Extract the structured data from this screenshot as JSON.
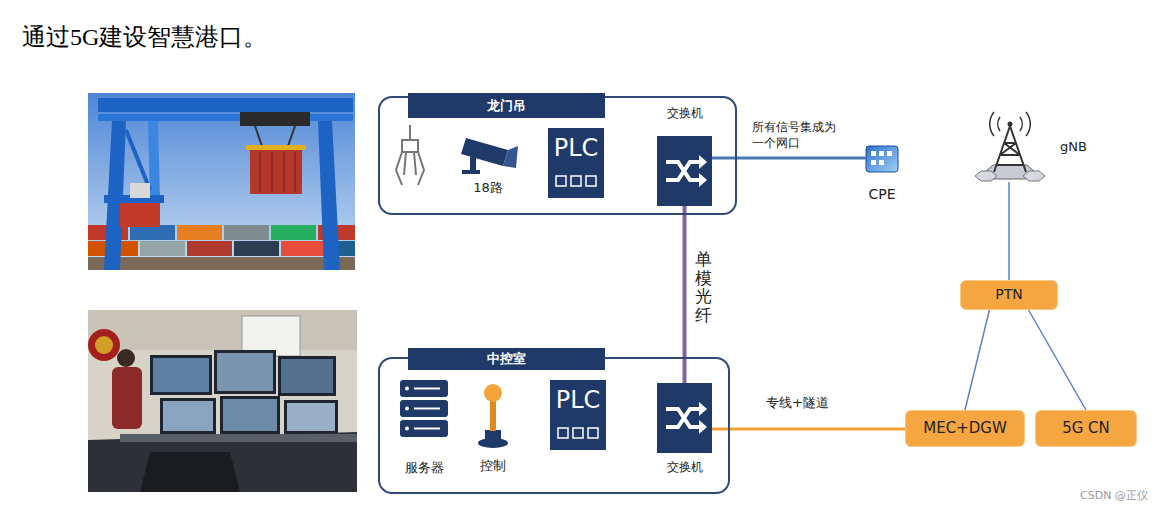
{
  "diagram": {
    "title": "通过5G建设智慧港口。",
    "nodes": [
      {
        "text": [
          "龙门吊"
        ]
      },
      {
        "text": [
          "18路"
        ],
        "in": 0
      },
      {
        "text": [
          "PLC"
        ],
        "in": 0
      },
      {
        "text": [
          "交换机"
        ],
        "in": 0
      },
      {
        "text": [
          "CPE"
        ]
      },
      {
        "text": [
          "gNB"
        ]
      },
      {
        "text": [
          "PTN"
        ]
      },
      {
        "text": [
          "中控室"
        ]
      },
      {
        "text": [
          "服务器"
        ],
        "in": 7
      },
      {
        "text": [
          "控制"
        ],
        "in": 7
      },
      {
        "text": [
          "PLC"
        ],
        "in": 7
      },
      {
        "text": [
          "交换机"
        ],
        "in": 7
      },
      {
        "text": [
          "MEC+DGW"
        ]
      },
      {
        "text": [
          "5G CN"
        ]
      }
    ],
    "edges": [
      {
        "from": 3,
        "to": 4,
        "arrow": "none",
        "label": "所有信号集成为一个网口"
      },
      {
        "from": 3,
        "to": 11,
        "arrow": "none",
        "label": "单模光纤"
      },
      {
        "from": 11,
        "to": 12,
        "arrow": "none",
        "label": "专线+隧道"
      },
      {
        "from": 5,
        "to": 6,
        "arrow": "none"
      },
      {
        "from": 6,
        "to": 12,
        "arrow": "none"
      },
      {
        "from": 6,
        "to": 13,
        "arrow": "none"
      }
    ],
    "labels": [
      "CSDN @正仪"
    ]
  }
}
